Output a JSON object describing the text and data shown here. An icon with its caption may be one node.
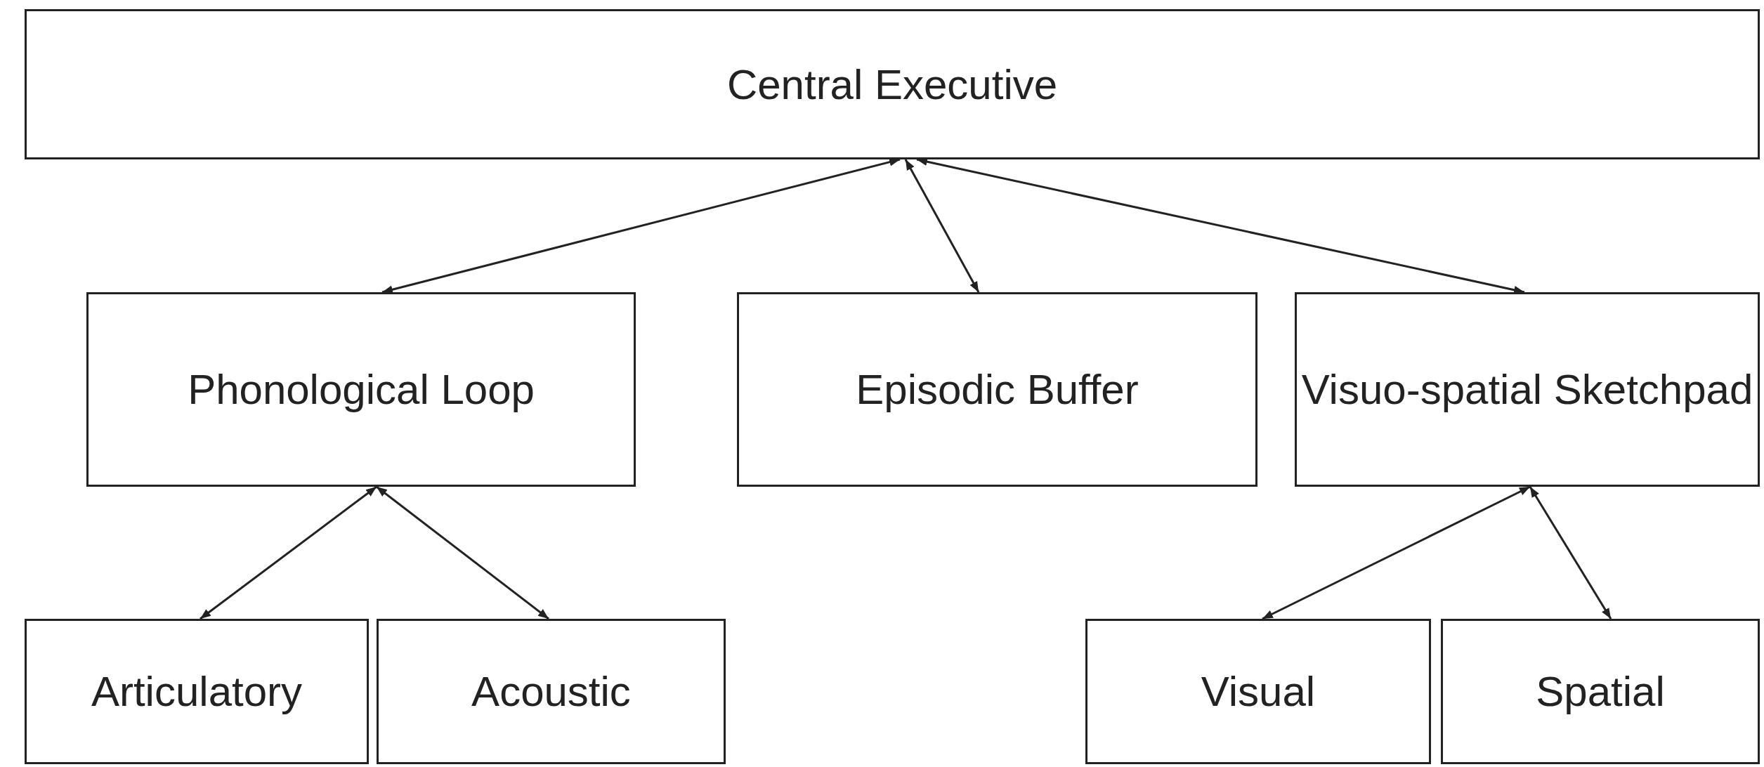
{
  "diagram": {
    "nodes": [
      {
        "text": [
          "Central Executive"
        ]
      },
      {
        "text": [
          "Phonological Loop"
        ]
      },
      {
        "text": [
          "Episodic Buffer"
        ]
      },
      {
        "text": [
          "Visuo-spatial Sketchpad"
        ]
      },
      {
        "text": [
          "Articulatory"
        ]
      },
      {
        "text": [
          "Acoustic"
        ]
      },
      {
        "text": [
          "Visual"
        ]
      },
      {
        "text": [
          "Spatial"
        ]
      }
    ],
    "edges": [
      {
        "from": 0,
        "to": 1,
        "arrow": "both"
      },
      {
        "from": 0,
        "to": 2,
        "arrow": "both"
      },
      {
        "from": 0,
        "to": 3,
        "arrow": "both"
      },
      {
        "from": 1,
        "to": 4,
        "arrow": "both"
      },
      {
        "from": 1,
        "to": 5,
        "arrow": "both"
      },
      {
        "from": 3,
        "to": 6,
        "arrow": "both"
      },
      {
        "from": 3,
        "to": 7,
        "arrow": "both"
      }
    ]
  }
}
